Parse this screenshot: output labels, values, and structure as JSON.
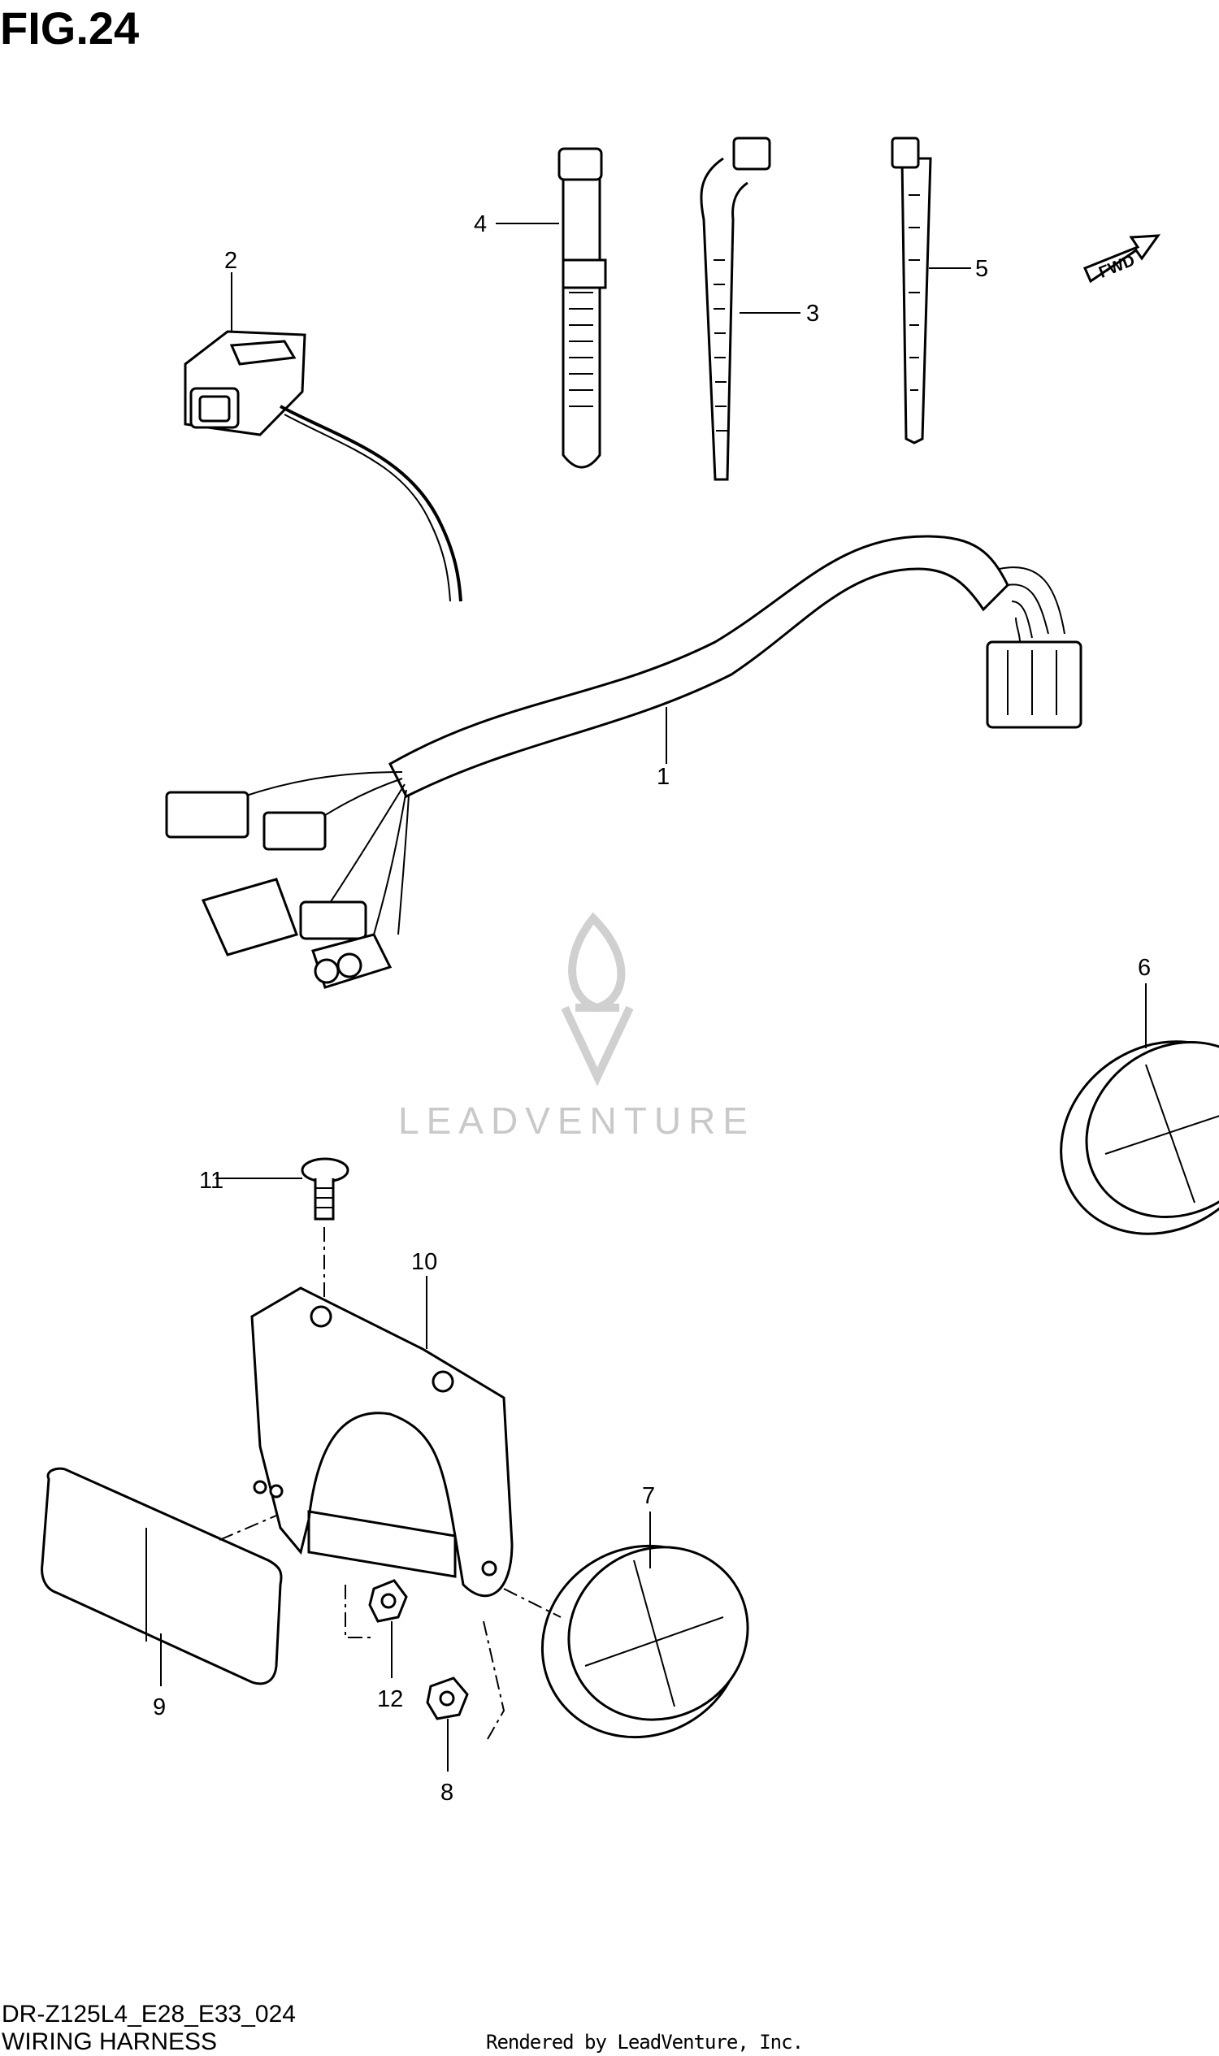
{
  "figure": {
    "title": "FIG.24",
    "model_code": "DR-Z125L4_E28_E33_024",
    "section_name": "WIRING HARNESS",
    "credit": "Rendered by LeadVenture, Inc.",
    "watermark": "LEADVENTURE",
    "fwd_label": "FWD"
  },
  "callouts": [
    {
      "id": "c1",
      "label": "1",
      "part": "wiring harness"
    },
    {
      "id": "c2",
      "label": "2",
      "part": "switch"
    },
    {
      "id": "c3",
      "label": "3",
      "part": "cable tie"
    },
    {
      "id": "c4",
      "label": "4",
      "part": "clamp band"
    },
    {
      "id": "c5",
      "label": "5",
      "part": "cable tie"
    },
    {
      "id": "c6",
      "label": "6",
      "part": "round reflector"
    },
    {
      "id": "c7",
      "label": "7",
      "part": "round reflector"
    },
    {
      "id": "c8",
      "label": "8",
      "part": "nut"
    },
    {
      "id": "c9",
      "label": "9",
      "part": "rectangular reflector"
    },
    {
      "id": "c10",
      "label": "10",
      "part": "bracket"
    },
    {
      "id": "c11",
      "label": "11",
      "part": "screw"
    },
    {
      "id": "c12",
      "label": "12",
      "part": "nut"
    }
  ],
  "colors": {
    "line": "#000000",
    "watermark": "#c9c9c9"
  }
}
